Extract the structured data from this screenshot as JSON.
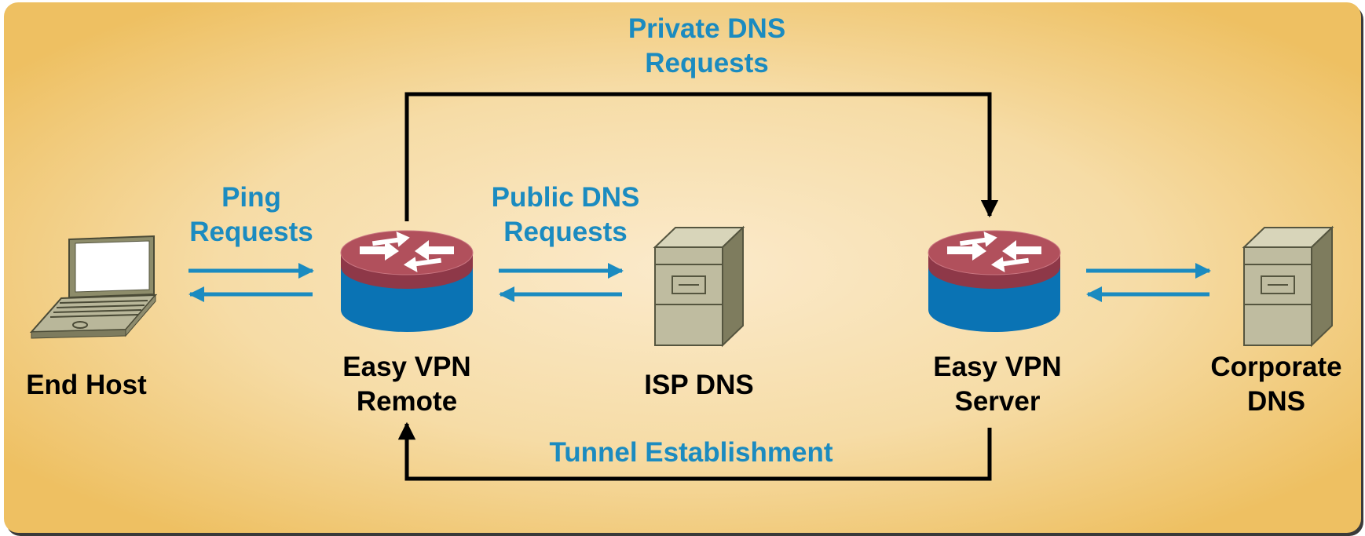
{
  "colors": {
    "label_blue": "#1b8bc0",
    "line_black": "#000000",
    "background_inner": "#f9e6c4",
    "background_outer": "#efc060",
    "router_top": "#b1505c",
    "router_body": "#0a73b4",
    "server_body": "#bfbca0"
  },
  "nodes": {
    "end_host": {
      "icon": "laptop-icon",
      "label_lines": [
        "End Host"
      ]
    },
    "vpn_remote": {
      "icon": "router-icon",
      "label_lines": [
        "Easy VPN",
        "Remote"
      ]
    },
    "isp_dns": {
      "icon": "server-icon",
      "label_lines": [
        "ISP DNS"
      ]
    },
    "vpn_server": {
      "icon": "router-icon",
      "label_lines": [
        "Easy VPN",
        "Server"
      ]
    },
    "corporate_dns": {
      "icon": "server-icon",
      "label_lines": [
        "Corporate",
        "DNS"
      ]
    }
  },
  "flows": {
    "ping": {
      "label_lines": [
        "Ping",
        "Requests"
      ]
    },
    "public_dns": {
      "label_lines": [
        "Public DNS",
        "Requests"
      ]
    },
    "private_dns": {
      "label_lines": [
        "Private DNS",
        "Requests"
      ]
    },
    "tunnel": {
      "label_lines": [
        "Tunnel Establishment"
      ]
    }
  }
}
